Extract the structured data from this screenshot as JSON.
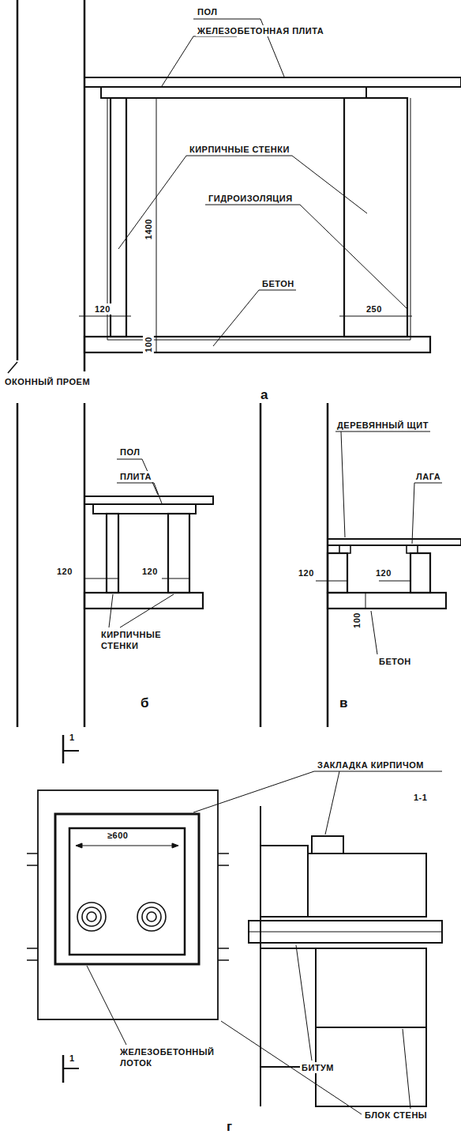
{
  "diagram": {
    "labels": [
      "ПОЛ",
      "ЖЕЛЕЗОБЕТОННАЯ ПЛИТА",
      "КИРПИЧНЫЕ СТЕНКИ",
      "ГИДРОИЗОЛЯЦИЯ",
      "1400",
      "120",
      "250",
      "БЕТОН",
      "100",
      "ОКОННЫЙ ПРОЕМ",
      "а",
      "ПОЛ",
      "ПЛИТА",
      "120",
      "120",
      "КИРПИЧНЫЕ СТЕНКИ",
      "б",
      "ДЕРЕВЯННЫЙ ЩИТ",
      "ЛАГА",
      "120",
      "120",
      "100",
      "БЕТОН",
      "в",
      "1",
      "ЗАКЛАДКА КИРПИЧОМ",
      "1-1",
      "≥600",
      "1",
      "ЖЕЛЕЗОБЕТОННЫЙ ЛОТОК",
      "БИТУМ",
      "БЛОК СТЕНЫ",
      "г"
    ]
  }
}
